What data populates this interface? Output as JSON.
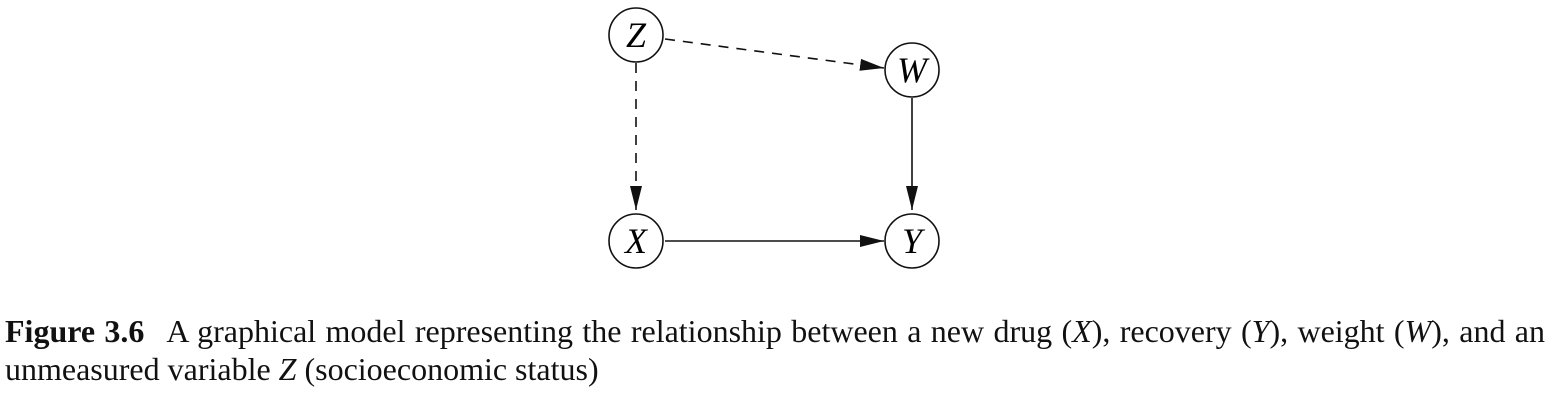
{
  "diagram": {
    "nodes": [
      {
        "id": "Z",
        "label": "Z"
      },
      {
        "id": "W",
        "label": "W"
      },
      {
        "id": "X",
        "label": "X"
      },
      {
        "id": "Y",
        "label": "Y"
      }
    ],
    "edges": [
      {
        "from": "Z",
        "to": "W",
        "style": "dashed"
      },
      {
        "from": "Z",
        "to": "X",
        "style": "dashed"
      },
      {
        "from": "W",
        "to": "Y",
        "style": "solid"
      },
      {
        "from": "X",
        "to": "Y",
        "style": "solid"
      }
    ]
  },
  "caption": {
    "figure_label": "Figure 3.6",
    "t1": "A graphical model representing the relationship between a new drug (",
    "v1": "X",
    "t2": "), recovery (",
    "v2": "Y",
    "t3": "), weight (",
    "v3": "W",
    "t4": "), and an unmeasured variable ",
    "v4": "Z",
    "t5": " (socioeconomic status)"
  }
}
